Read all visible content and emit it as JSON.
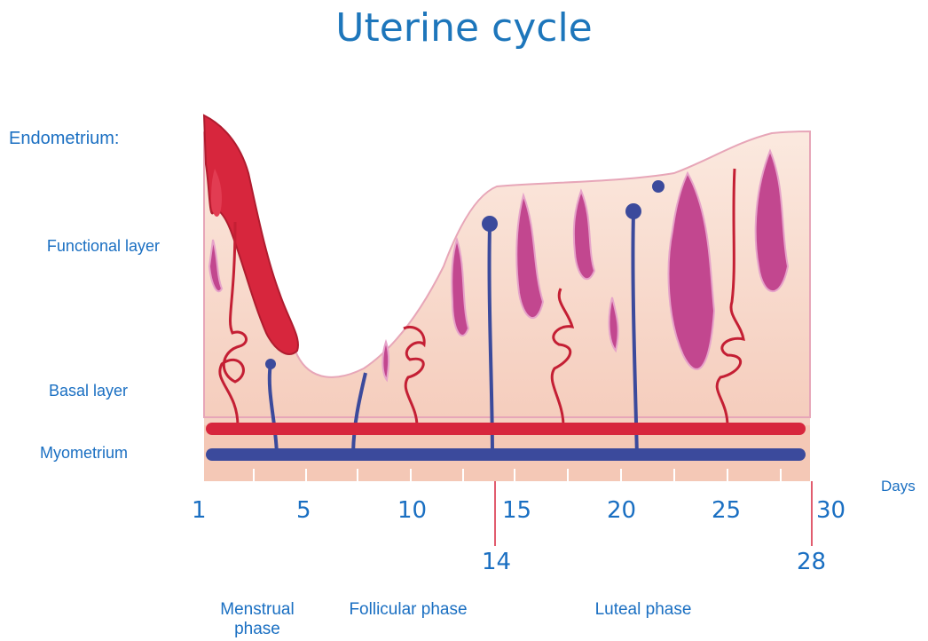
{
  "title": "Uterine cycle",
  "labels": {
    "endometrium": "Endometrium:",
    "functional_layer": "Functional layer",
    "basal_layer": "Basal layer",
    "myometrium": "Myometrium",
    "days": "Days"
  },
  "axis": {
    "ticks": [
      "1",
      "5",
      "10",
      "15",
      "20",
      "25",
      "30"
    ],
    "markers": [
      "14",
      "28"
    ]
  },
  "phases": {
    "menstrual": "Menstrual phase",
    "follicular": "Follicular phase",
    "luteal": "Luteal phase"
  },
  "colors": {
    "text": "#1a6fc2",
    "artery": "#d7263d",
    "vein": "#3b4a9c",
    "tissue": "#f7ddd2",
    "gland": "#c2478f",
    "marker": "#d7263d"
  }
}
